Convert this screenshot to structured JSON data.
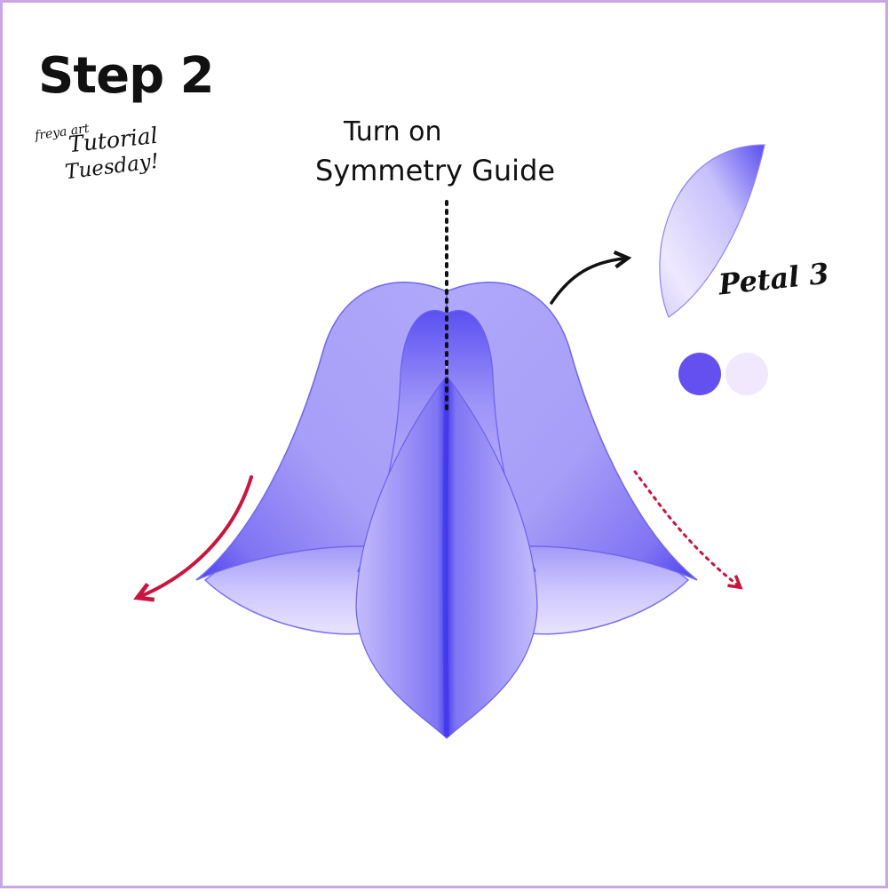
{
  "title": "Step 2",
  "signature": "freya art",
  "series_line1": "Tutorial",
  "series_line2": "Tuesday!",
  "instruction_line1": "Turn on",
  "instruction_line2": "Symmetry Guide",
  "petal_label": "Petal 3",
  "colors": {
    "frame": "#c9a6e4",
    "petal_dark": "#5a4ff0",
    "petal_mid": "#8f86f6",
    "petal_light": "#e6e0fd",
    "swatch_dark": "#6350ef",
    "swatch_light": "#f1e8fd",
    "arrow_red": "#c8163e",
    "ink": "#111111"
  },
  "icons": [
    "symmetry-guide-dotted-line-icon",
    "curved-arrow-icon",
    "red-curved-arrow-icon",
    "red-dotted-arrow-icon"
  ]
}
